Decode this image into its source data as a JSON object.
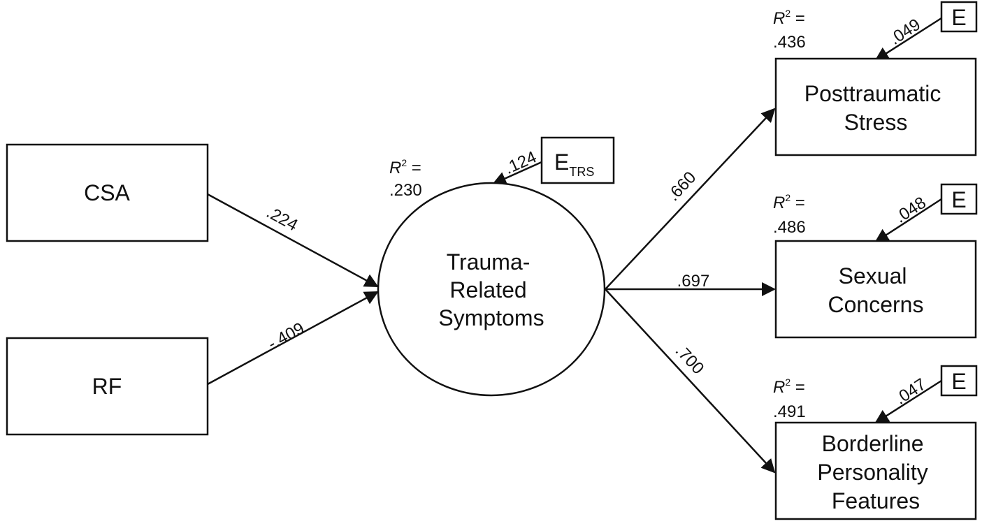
{
  "diagram": {
    "nodes": {
      "csa": {
        "label": "CSA"
      },
      "rf": {
        "label": "RF"
      },
      "trs": {
        "lines": [
          "Trauma-",
          "Related",
          "Symptoms"
        ]
      },
      "ps": {
        "lines": [
          "Posttraumatic",
          "Stress"
        ]
      },
      "sc": {
        "lines": [
          "Sexual",
          "Concerns"
        ]
      },
      "bpf": {
        "lines": [
          "Borderline",
          "Personality",
          "Features"
        ]
      }
    },
    "paths": {
      "csa_to_trs": ".224",
      "rf_to_trs": "-.409",
      "trs_to_ps": ".660",
      "trs_to_sc": ".697",
      "trs_to_bpf": ".700"
    },
    "errors": {
      "trs": {
        "label": "E",
        "subscript": "TRS",
        "coef": ".124"
      },
      "ps": {
        "label": "E",
        "coef": ".049"
      },
      "sc": {
        "label": "E",
        "coef": ".048"
      },
      "bpf": {
        "label": "E",
        "coef": ".047"
      }
    },
    "r_squared": {
      "symbol": "R",
      "superscript": "2",
      "equals": " =",
      "trs": ".230",
      "ps": ".436",
      "sc": ".486",
      "bpf": ".491"
    }
  }
}
